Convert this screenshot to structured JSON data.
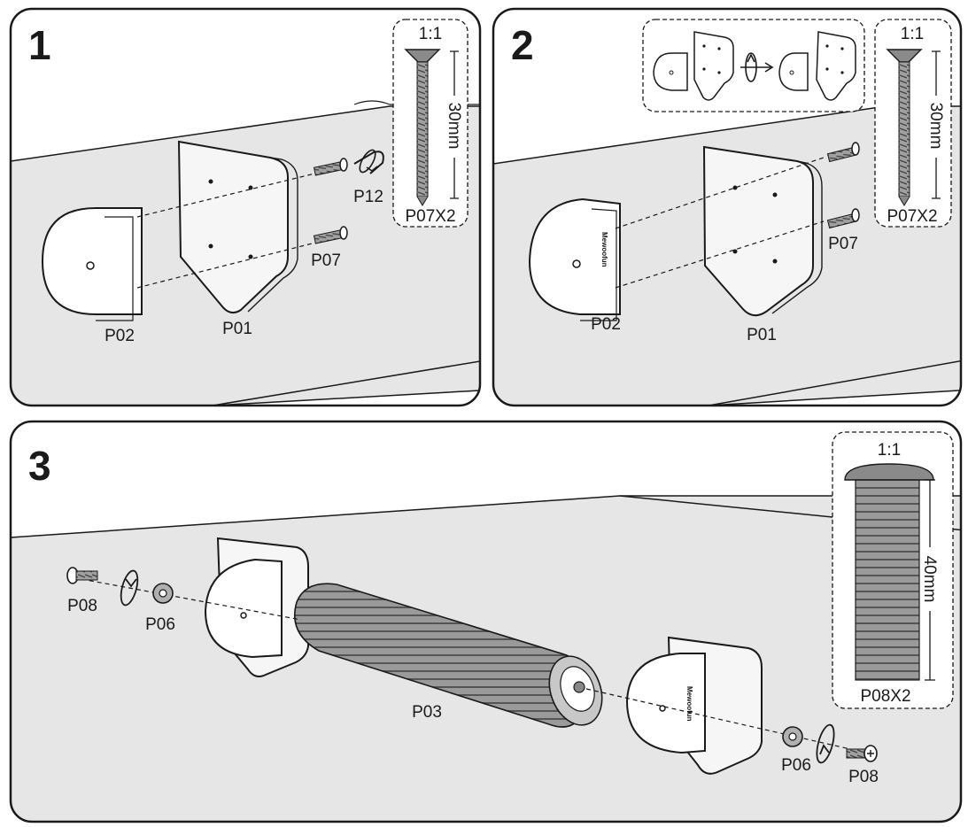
{
  "steps": [
    {
      "number": "1",
      "scale": "1:1",
      "dimension": "30mm",
      "qty": "P07X2",
      "labels": {
        "bracket": "P01",
        "cap": "P02",
        "screw": "P07",
        "key": "P12"
      }
    },
    {
      "number": "2",
      "scale": "1:1",
      "dimension": "30mm",
      "qty": "P07X2",
      "labels": {
        "bracket": "P01",
        "cap": "P02",
        "screw": "P07"
      },
      "brand": "Mewoofun"
    },
    {
      "number": "3",
      "scale": "1:1",
      "dimension": "40mm",
      "qty": "P08X2",
      "labels": {
        "bolt_left": "P08",
        "washer_left": "P06",
        "post": "P03",
        "washer_right": "P06",
        "bolt_right": "P08"
      },
      "brand": "Mewoofun"
    }
  ],
  "colors": {
    "stroke": "#1a1a1a",
    "table": "#e6e6e6",
    "part": "#ffffff",
    "post": "#999999"
  }
}
